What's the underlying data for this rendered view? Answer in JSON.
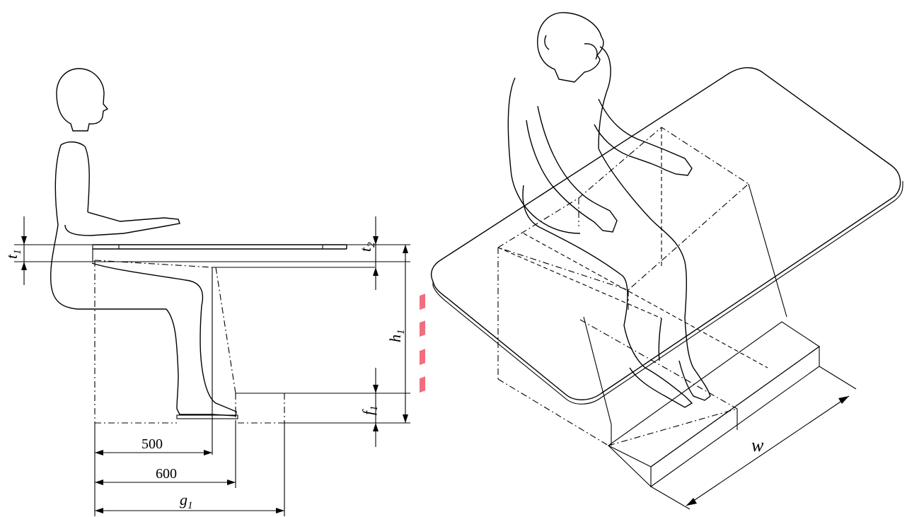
{
  "side_view": {
    "dims": {
      "d500": "500",
      "d600": "600",
      "g1_base": "g",
      "g1_sub": "1",
      "t1_base": "t",
      "t1_sub": "1",
      "t2_base": "t",
      "t2_sub": "2",
      "h1_base": "h",
      "h1_sub": "1",
      "f1_base": "f",
      "f1_sub": "1"
    }
  },
  "iso_view": {
    "dims": {
      "w": "w"
    }
  },
  "colors": {
    "line": "#000000",
    "marker": "#f26d7d",
    "background": "#ffffff"
  }
}
